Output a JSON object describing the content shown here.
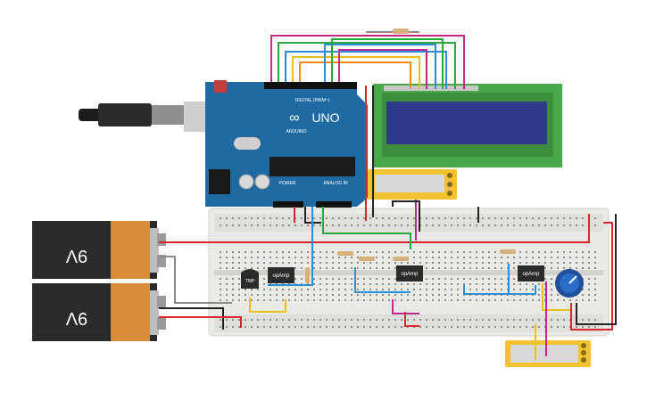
{
  "arduino": {
    "uno_label": "UNO",
    "brand_label": "ARDUINO",
    "digital_label": "DIGITAL (PWM~)",
    "power_label": "POWER",
    "analog_label": "ANALOG IN",
    "board_color": "#1f6aa0"
  },
  "batteries": [
    {
      "label": "9V"
    },
    {
      "label": "9V"
    }
  ],
  "sensor": {
    "label": "TMP"
  },
  "opamps": [
    {
      "label": "opAmp"
    },
    {
      "label": "opAmp"
    },
    {
      "label": "opAmp"
    }
  ],
  "colors": {
    "red_wire": "#d9262c",
    "black_wire": "#222222",
    "blue_wire": "#2c8fd6",
    "yellow_wire": "#e8c21a",
    "green_wire": "#2aa63a",
    "magenta_wire": "#c2278d",
    "orange_wire": "#f08a1c",
    "lcd_pcb": "#4aa84a",
    "lcd_screen": "#2e3a8c",
    "multimeter": "#f2c230",
    "battery_body": "#2b2b2b",
    "battery_cap": "#d98b3a"
  }
}
